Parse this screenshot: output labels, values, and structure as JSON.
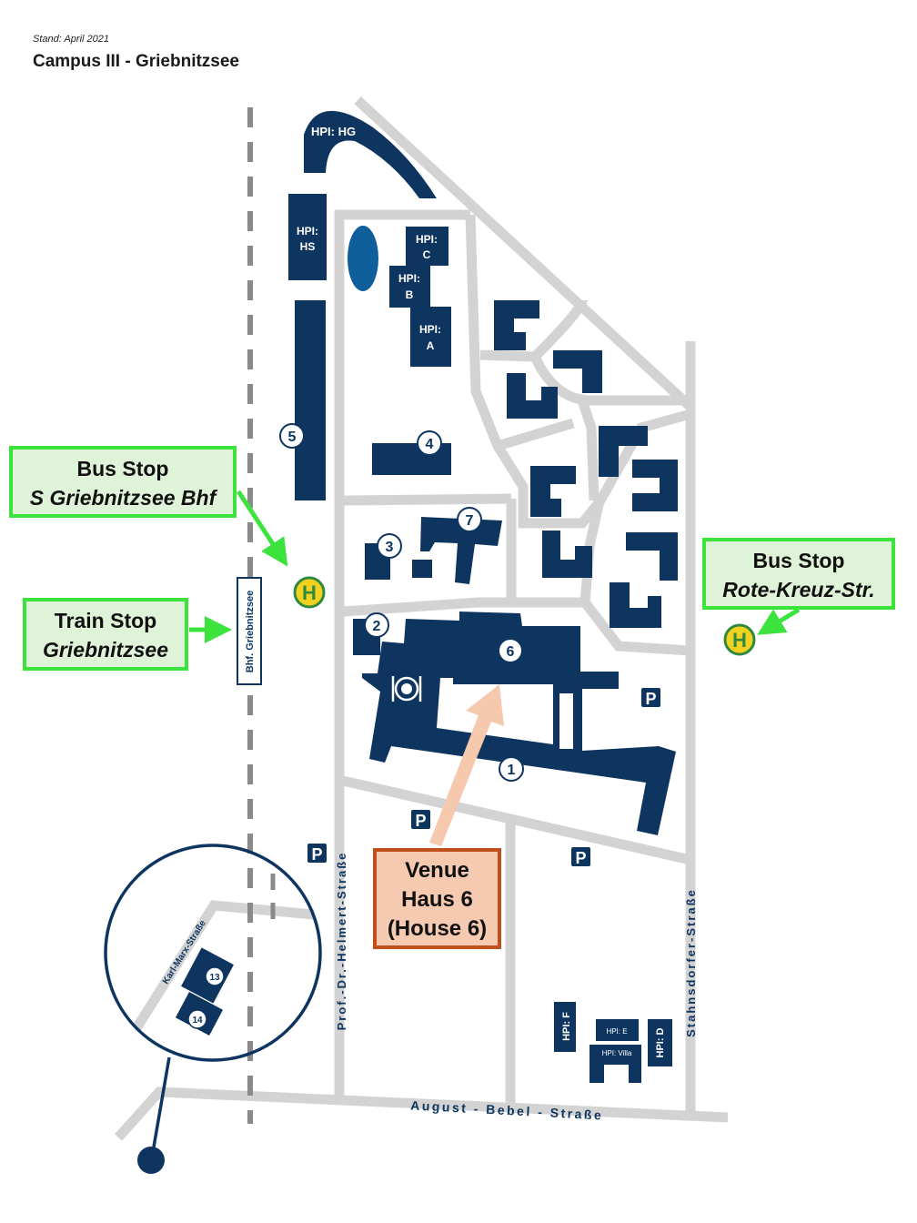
{
  "header": {
    "date": "Stand: April 2021",
    "title": "Campus III - Griebnitzsee"
  },
  "colors": {
    "building": "#0e3560",
    "road": "#d3d3d3",
    "lake": "#0f5f9c",
    "callout_fill": "#dff3d8",
    "callout_border": "#3ce33c",
    "venue_fill": "#f5cab0",
    "venue_border": "#c0501b",
    "venue_arrow": "#f6c9ae",
    "bus_stop": "#f3d21f"
  },
  "buildings": {
    "hpi_hg": "HPI: HG",
    "hpi_hs_line1": "HPI:",
    "hpi_hs_line2": "HS",
    "hpi_c_line1": "HPI:",
    "hpi_c_line2": "C",
    "hpi_b_line1": "HPI:",
    "hpi_b_line2": "B",
    "hpi_a_line1": "HPI:",
    "hpi_a_line2": "A",
    "hpi_f": "HPI: F",
    "hpi_e": "HPI: E",
    "hpi_villa": "HPI: Villa",
    "hpi_d": "HPI: D"
  },
  "house_numbers": {
    "n1": "1",
    "n2": "2",
    "n3": "3",
    "n4": "4",
    "n5": "5",
    "n6": "6",
    "n7": "7",
    "n13": "13",
    "n14": "14"
  },
  "streets": {
    "helmert": "Prof.-Dr.-Helmert-Straße",
    "stahnsdorfer": "Stahnsdorfer-Straße",
    "bebel": "August - Bebel - Straße",
    "karl_marx": "Karl-Marx-Straße",
    "station": "Bhf. Griebnitzsee"
  },
  "symbols": {
    "parking": "P",
    "bus_stop": "H"
  },
  "callouts": {
    "bus_stop_left_line1": "Bus Stop",
    "bus_stop_left_line2": "S Griebnitzsee Bhf",
    "train_stop_line1": "Train Stop",
    "train_stop_line2": "Griebnitzsee",
    "bus_stop_right_line1": "Bus Stop",
    "bus_stop_right_line2": "Rote-Kreuz-Str.",
    "venue_line1": "Venue",
    "venue_line2": "Haus 6",
    "venue_line3": "(House 6)"
  }
}
